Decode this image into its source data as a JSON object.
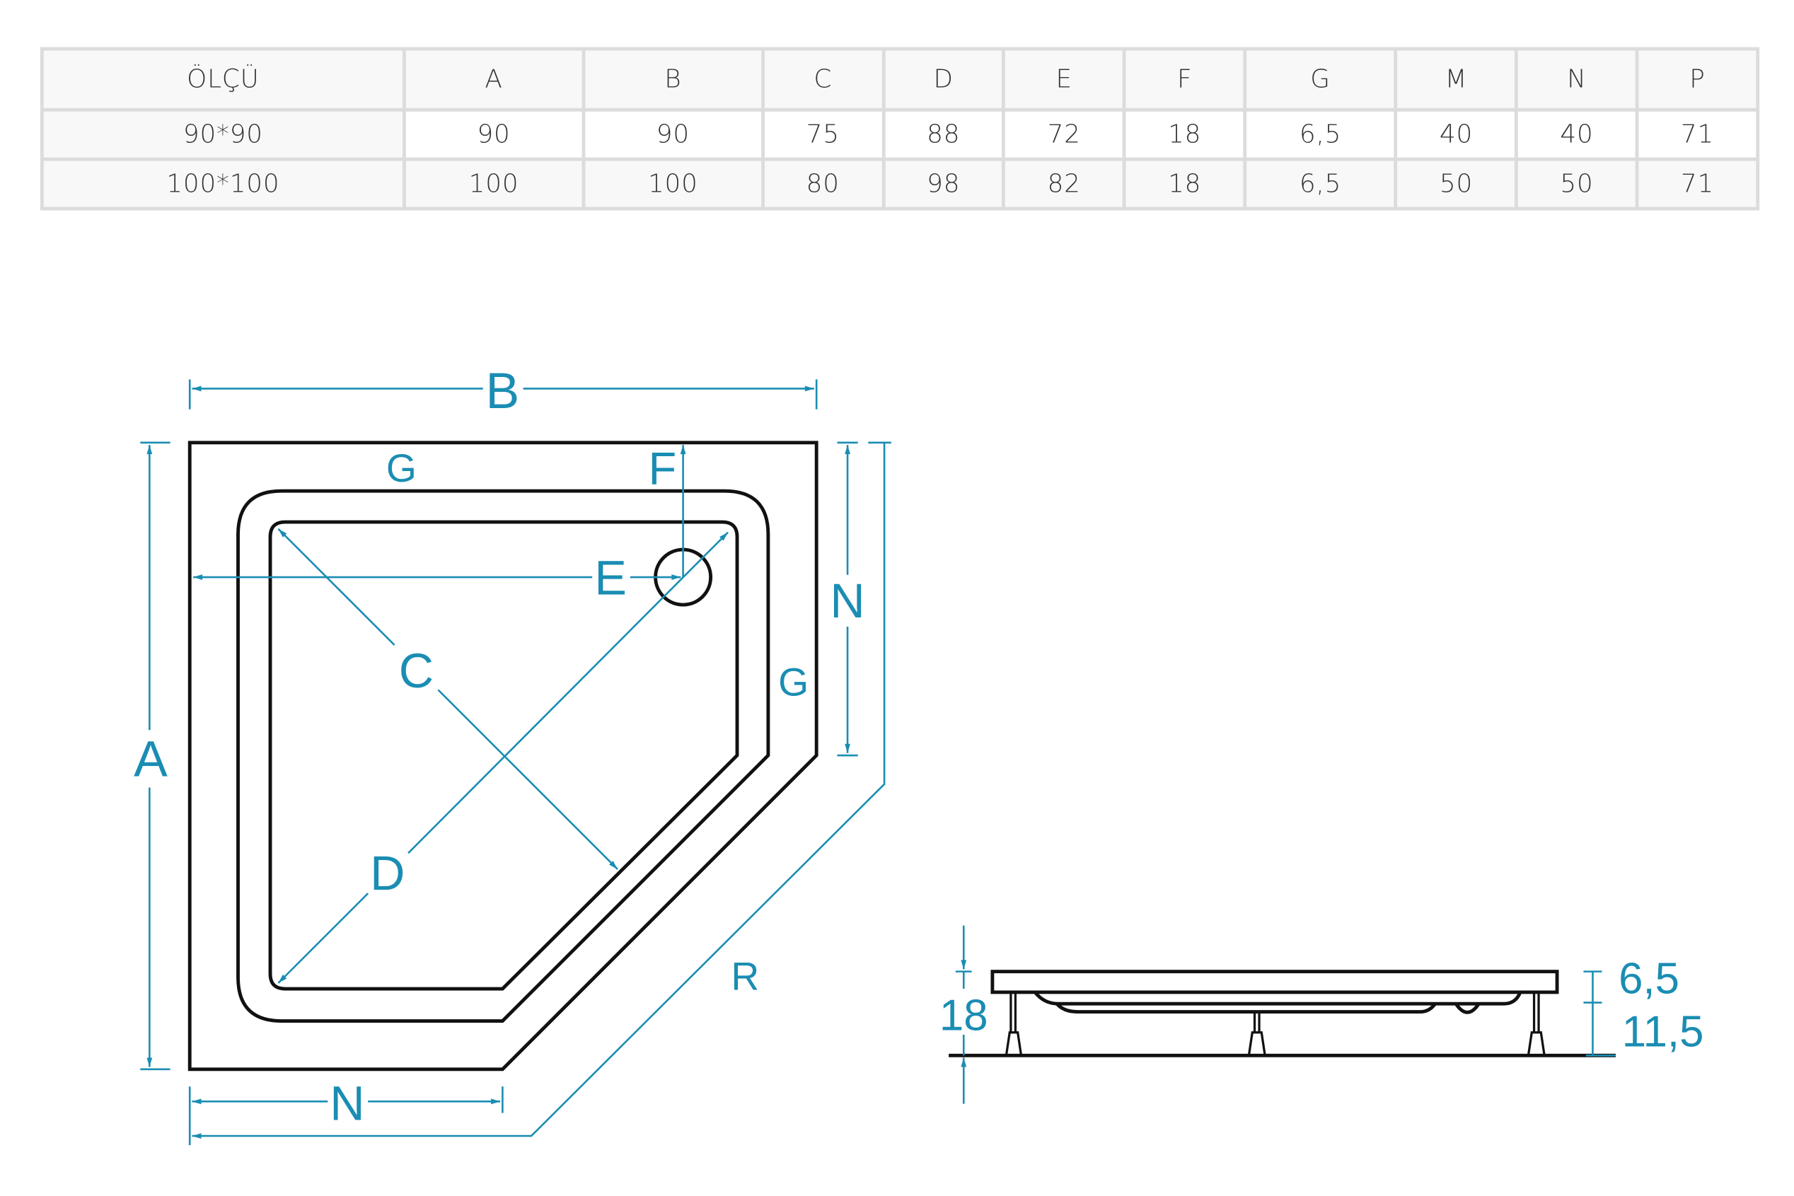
{
  "table": {
    "headers": [
      "ÖLÇÜ",
      "A",
      "B",
      "C",
      "D",
      "E",
      "F",
      "G",
      "M",
      "N",
      "P"
    ],
    "rows": [
      [
        "90*90",
        "90",
        "90",
        "75",
        "88",
        "72",
        "18",
        "6,5",
        "40",
        "40",
        "71"
      ],
      [
        "100*100",
        "100",
        "100",
        "80",
        "98",
        "82",
        "18",
        "6,5",
        "50",
        "50",
        "71"
      ]
    ]
  },
  "plan_view": {
    "labels": {
      "A": "A",
      "B": "B",
      "C": "C",
      "D": "D",
      "E": "E",
      "F": "F",
      "G_top": "G",
      "G_right": "G",
      "N_right": "N",
      "N_bottom": "N",
      "R": "R"
    }
  },
  "side_view": {
    "total_height": "18",
    "tray_height": "6,5",
    "leg_height": "11,5"
  },
  "colors": {
    "dimension": "#1a8db3",
    "outline": "#111111",
    "table_border": "#dcdcdc",
    "cell": "#f8f8f8"
  }
}
